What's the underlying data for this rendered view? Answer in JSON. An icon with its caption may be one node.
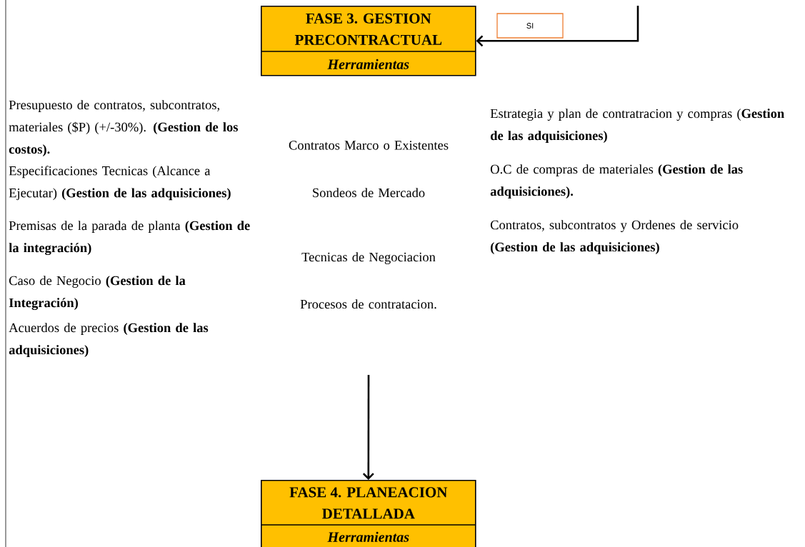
{
  "diagram": {
    "nodes": [
      {
        "text": [
          "FASE 3. GESTION PRECONTRACTUAL",
          "Herramientas"
        ]
      },
      {
        "text": [
          "FASE 4. PLANEACION DETALLADA",
          "Herramientas"
        ]
      }
    ],
    "edges": [
      {
        "from": null,
        "to": 0,
        "arrow": "to",
        "label": "SI"
      },
      {
        "from": null,
        "to": 1,
        "arrow": "to"
      }
    ],
    "labels": [
      "Presupuesto de contratos, subcontratos, materiales ($P) (+/-30%). **(Gestion de los costos).**",
      "Especificaciones Tecnicas (Alcance a Ejecutar) **(Gestion de las adquisiciones)**",
      "Premisas de la parada de planta **(Gestion de la integración)**",
      "Caso de Negocio **(Gestion de la Integración)**",
      "Acuerdos de precios **(Gestion de las adquisiciones)**",
      "Contratos Marco o Existentes",
      "Sondeos de Mercado",
      "Tecnicas de Negociacion",
      "Procesos de contratacion.",
      "Estrategia y plan de contratracion y compras (**Gestion de las adquisiciones)**",
      "O.C de compras de materiales **(Gestion de las adquisiciones).**",
      "Contratos, subcontratos y Ordenes de servicio **(Gestion de las adquisiciones)**"
    ]
  }
}
